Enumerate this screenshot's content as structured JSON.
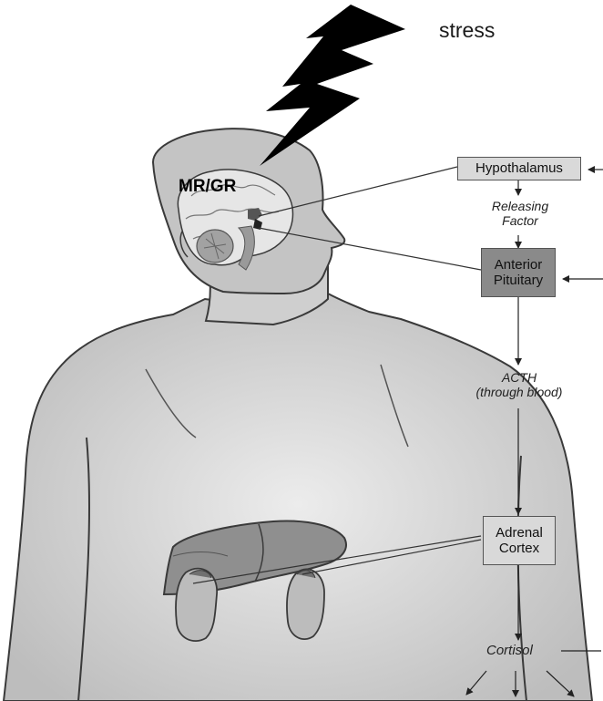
{
  "stressor": "stress",
  "brain_receptors": "MR/GR",
  "boxes": {
    "hypothalamus": "Hypothalamus",
    "anterior_pituitary": [
      "Anterior",
      "Pituitary"
    ],
    "adrenal_cortex": [
      "Adrenal",
      "Cortex"
    ]
  },
  "signals": {
    "releasing_factor": [
      "Releasing",
      "Factor"
    ],
    "acth": [
      "ACTH",
      "(through blood)"
    ],
    "cortisol": "Cortisol"
  },
  "colors": {
    "body_fill": "#c8c8c8",
    "body_highlight": "#ececec",
    "outline": "#3a3a3a",
    "lightning": "#000000",
    "box_light": "#d9d9d9",
    "box_dark": "#8a8a8a",
    "organ_dark": "#6e6e6e",
    "organ_mid": "#a9a9a9"
  }
}
